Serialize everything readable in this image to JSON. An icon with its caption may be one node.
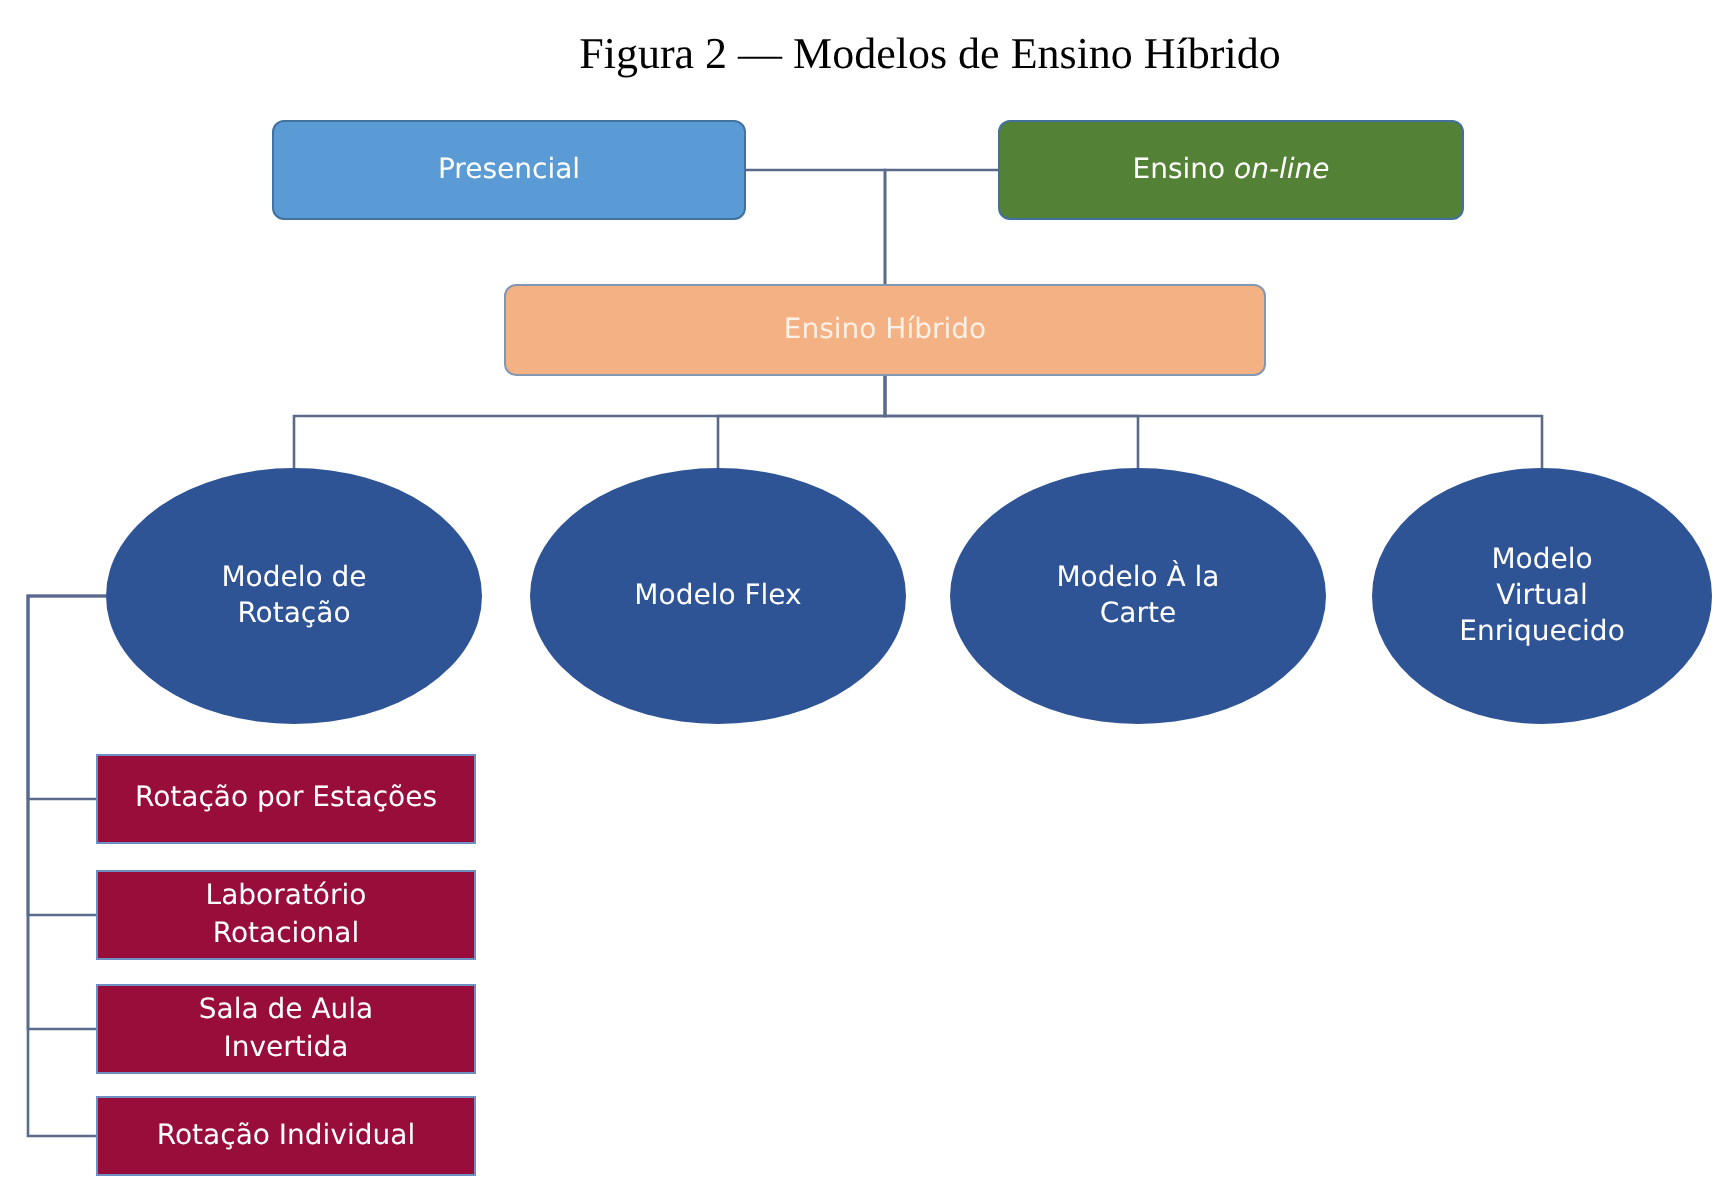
{
  "diagram": {
    "title": "Figura 2 — Modelos de Ensino Híbrido",
    "nodes": [
      {
        "text": [
          "Presencial"
        ]
      },
      {
        "text": [
          "Ensino *on-line*"
        ]
      },
      {
        "text": [
          "Ensino Híbrido"
        ]
      },
      {
        "text": [
          "Modelo de Rotação"
        ]
      },
      {
        "text": [
          "Modelo Flex"
        ]
      },
      {
        "text": [
          "Modelo À la Carte"
        ]
      },
      {
        "text": [
          "Modelo Virtual Enriquecido"
        ]
      },
      {
        "text": [
          "Rotação por Estações"
        ]
      },
      {
        "text": [
          "Laboratório Rotacional"
        ]
      },
      {
        "text": [
          "Sala de Aula Invertida"
        ]
      },
      {
        "text": [
          "Rotação Individual"
        ]
      }
    ],
    "edges": [
      {
        "from": 0,
        "to": 2,
        "arrow": "none"
      },
      {
        "from": 1,
        "to": 2,
        "arrow": "none"
      },
      {
        "from": 2,
        "to": 3,
        "arrow": "none"
      },
      {
        "from": 2,
        "to": 4,
        "arrow": "none"
      },
      {
        "from": 2,
        "to": 5,
        "arrow": "none"
      },
      {
        "from": 2,
        "to": 6,
        "arrow": "none"
      },
      {
        "from": 3,
        "to": 7,
        "arrow": "none"
      },
      {
        "from": 3,
        "to": 8,
        "arrow": "none"
      },
      {
        "from": 3,
        "to": 9,
        "arrow": "none"
      },
      {
        "from": 3,
        "to": 10,
        "arrow": "none"
      }
    ]
  }
}
